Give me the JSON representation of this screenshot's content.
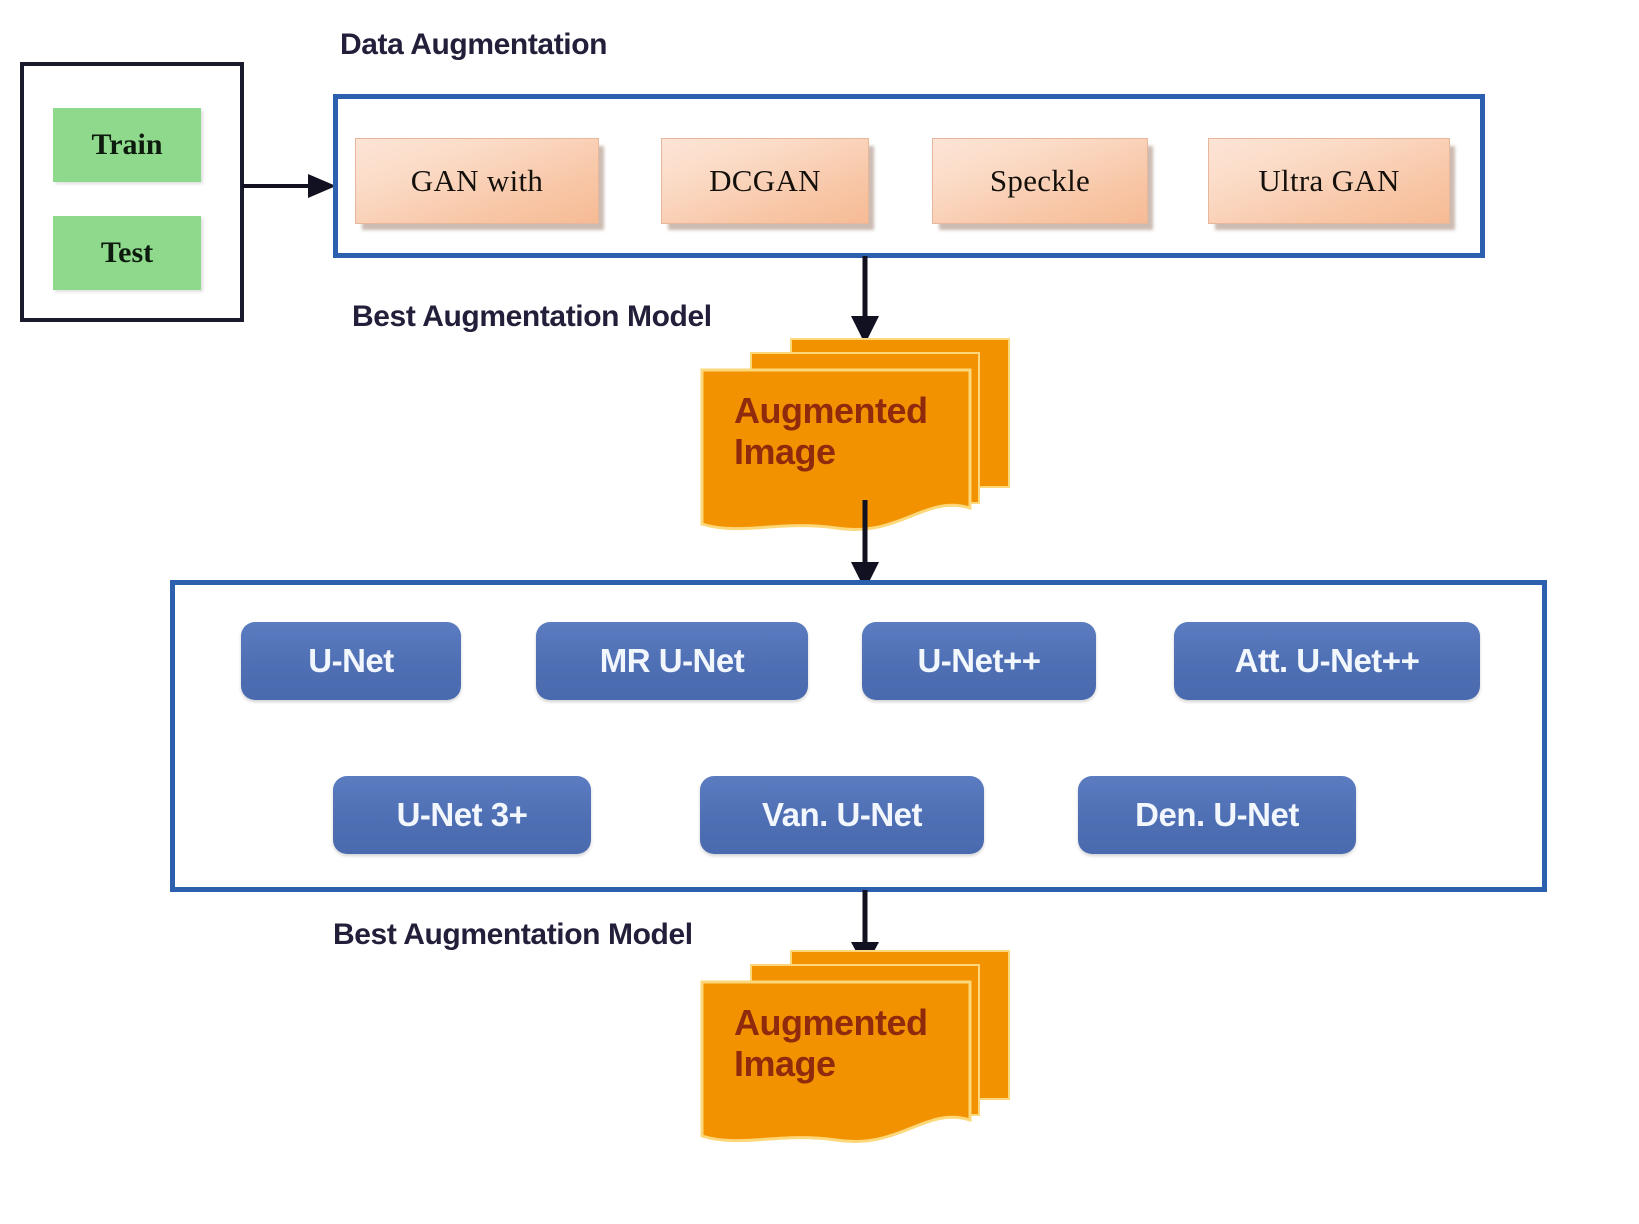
{
  "diagram": {
    "title_label": "Data Augmentation",
    "dataset": {
      "train_label": "Train",
      "test_label": "Test"
    },
    "augmentation_section": {
      "heading": "Data Augmentation",
      "caption": "Best Augmentation Model",
      "methods": [
        {
          "label": "GAN with"
        },
        {
          "label": "DCGAN"
        },
        {
          "label": "Speckle"
        },
        {
          "label": "Ultra GAN"
        }
      ]
    },
    "augmented_image_top": {
      "line1": "Augmented",
      "line2": "Image"
    },
    "segmentation_section": {
      "caption": "Best Augmentation Model",
      "row1": [
        {
          "label": "U-Net"
        },
        {
          "label": "MR U-Net"
        },
        {
          "label": "U-Net++"
        },
        {
          "label": "Att. U-Net++"
        }
      ],
      "row2": [
        {
          "label": "U-Net 3+"
        },
        {
          "label": "Van. U-Net"
        },
        {
          "label": "Den. U-Net"
        }
      ]
    },
    "augmented_image_bottom": {
      "line1": "Augmented",
      "line2": "Image"
    },
    "colors": {
      "blue_border": "#2d5faf",
      "pill_blue": "#4f6fb4",
      "green_box": "#8ed98b",
      "peach_box": "#f8c6a6",
      "orange_doc": "#f39200",
      "doc_text": "#8f2b0c",
      "outline_dark": "#1b1b2e"
    }
  }
}
